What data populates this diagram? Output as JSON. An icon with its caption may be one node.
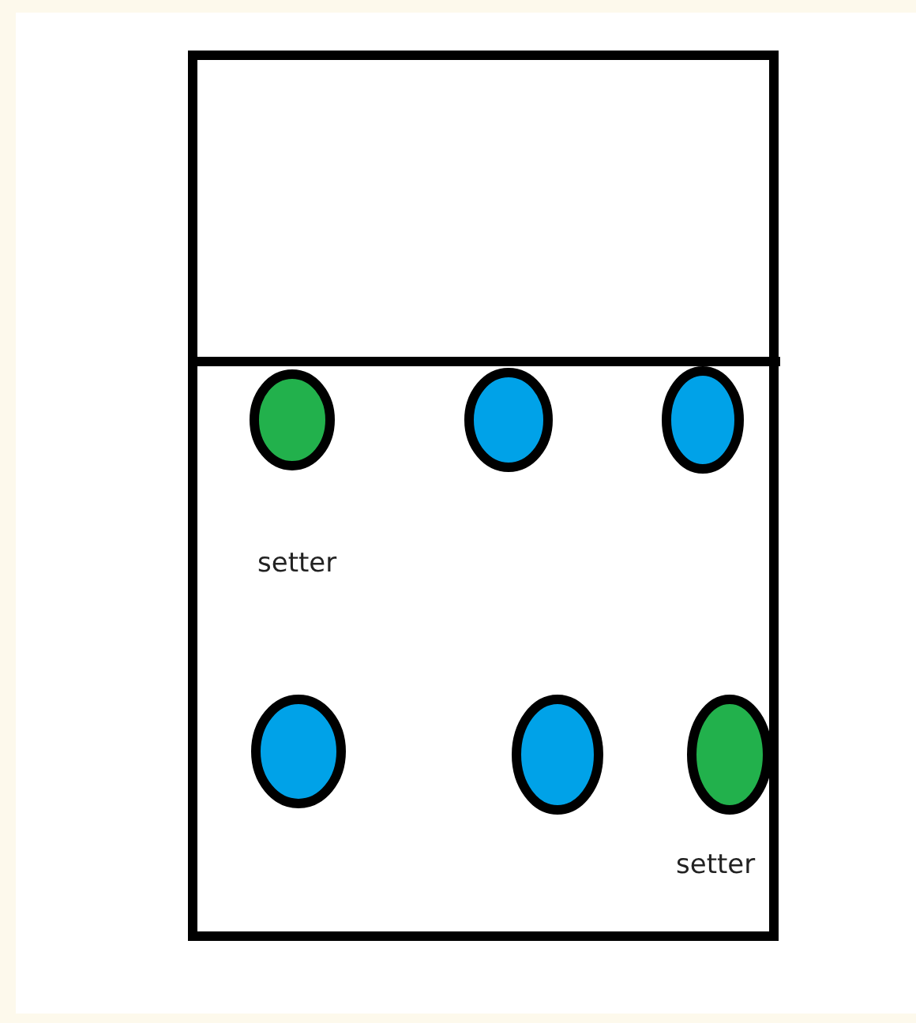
{
  "diagram": {
    "nodes": [
      {
        "text": [],
        "shape": "circle",
        "beside": [
          "setter"
        ]
      },
      {
        "text": [],
        "shape": "circle"
      },
      {
        "text": [],
        "shape": "circle"
      },
      {
        "text": [],
        "shape": "circle"
      },
      {
        "text": [],
        "shape": "circle"
      },
      {
        "text": [],
        "shape": "circle",
        "beside": [
          "setter"
        ]
      }
    ]
  }
}
